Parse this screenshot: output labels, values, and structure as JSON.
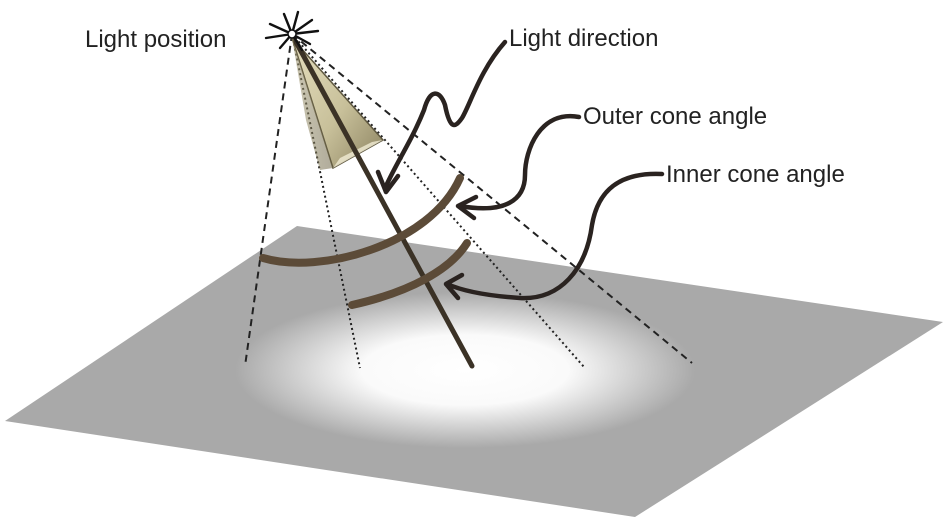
{
  "labels": {
    "light_position": "Light position",
    "light_direction": "Light direction",
    "outer_cone_angle": "Outer cone angle",
    "inner_cone_angle": "Inner cone angle"
  },
  "colors": {
    "ground_plane": "#a9a9a9",
    "spot_highlight": "#ffffff",
    "lamp_cone": "#c8c09a",
    "line_dark": "#3b3226",
    "arc_brown": "#5c4b38",
    "label_text": "#222222"
  },
  "icons": {
    "light_source": "starburst-icon"
  }
}
